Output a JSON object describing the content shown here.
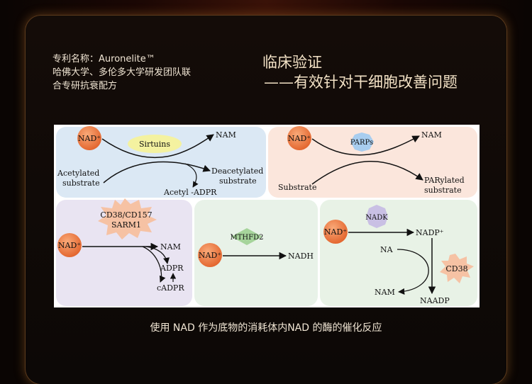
{
  "background_title": "",
  "patent": {
    "line1": "专利名称：Auronelite™",
    "line2": "哈佛大学、多伦多大学研发团队联",
    "line3": "合专研抗衰配方"
  },
  "verification": {
    "title": "临床验证",
    "subtitle": "——有效针对干细胞改善问题"
  },
  "diagram": {
    "sirtuins": {
      "nad": "NAD⁺",
      "enzyme": "Sirtuins",
      "nam": "NAM",
      "substrate_l1": "Acetylated",
      "substrate_l2": "substrate",
      "product_l1": "Deacetylated",
      "product_l2": "substrate",
      "byproduct": "Acetyl -ADPR"
    },
    "parps": {
      "nad": "NAD⁺",
      "enzyme": "PARPs",
      "nam": "NAM",
      "substrate": "Substrate",
      "product_l1": "PARylated",
      "product_l2": "substrate"
    },
    "cd38": {
      "enzyme_l1": "CD38/CD157",
      "enzyme_l2": "SARM1",
      "nad": "NAD⁺",
      "nam": "NAM",
      "adpr": "ADPR",
      "cadpr": "cADPR"
    },
    "mthfd2": {
      "enzyme": "MTHFD2",
      "nad": "NAD⁺",
      "nadh": "NADH"
    },
    "nadk": {
      "enzyme": "NADK",
      "nad": "NAD⁺",
      "nadp": "NADP⁺",
      "na": "NA",
      "cd38": "CD38",
      "nam": "NAM",
      "naadp": "NAADP"
    },
    "colors": {
      "nad_fill": "#ef7a3e",
      "burst_fill": "#f6c2a4",
      "sirtuins_bg": "#dbe8f4",
      "parps_bg": "#fbe6dc",
      "cd38_bg": "#e9e4f2",
      "mthfd2_bg": "#e8f2e8",
      "nadk_bg": "#e8f2e6"
    }
  },
  "caption": "使用 NAD 作为底物的消耗体内NAD 的酶的催化反应"
}
